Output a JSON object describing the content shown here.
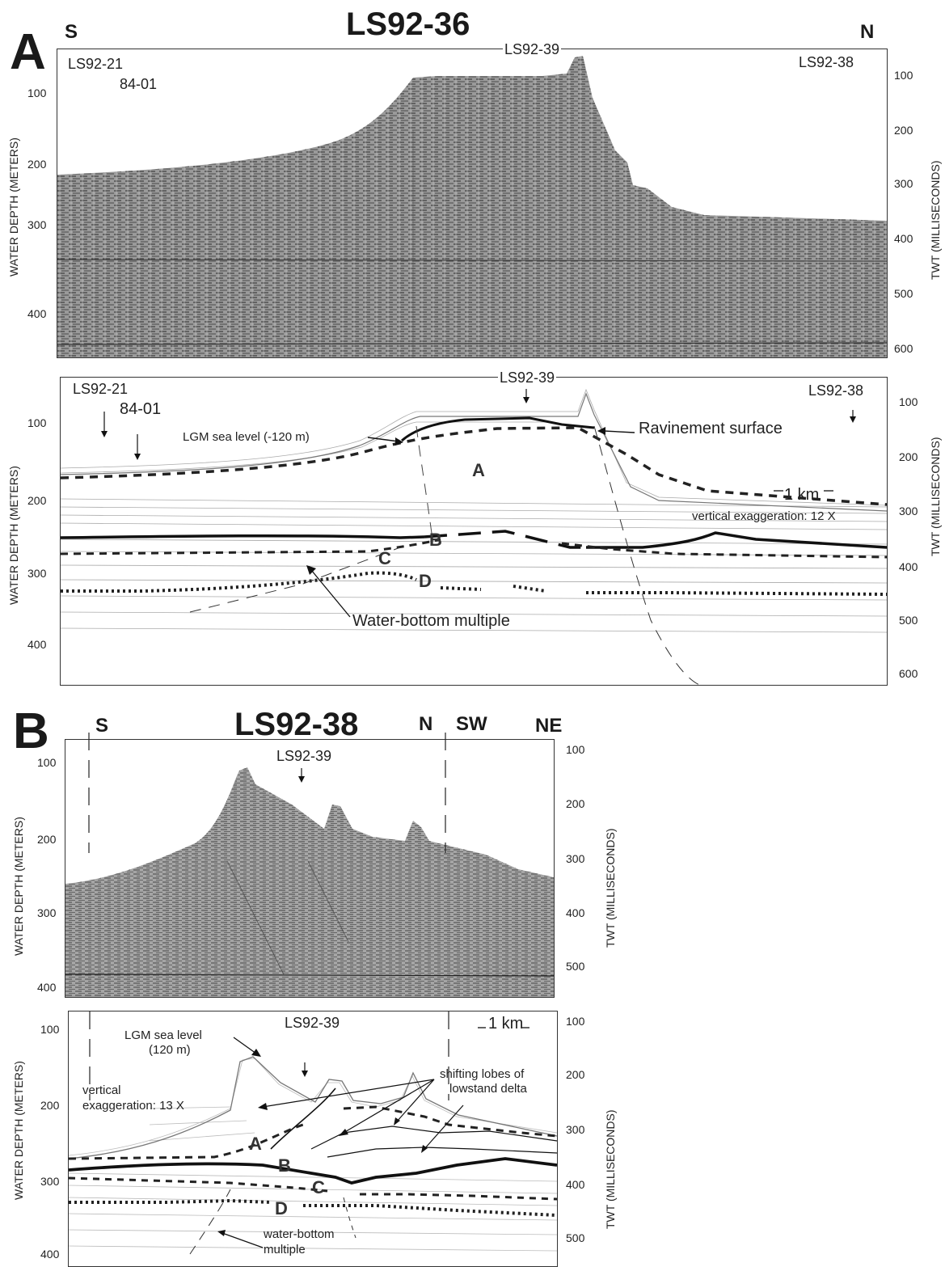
{
  "figure_a": {
    "letter": "A",
    "title": "LS92-36",
    "dir_left": "S",
    "dir_right": "N",
    "top_panel": {
      "marker_left_1": "LS92-21",
      "marker_left_2": "84-01",
      "marker_center": "LS92-39",
      "marker_right": "LS92-38",
      "depth_ticks": [
        "100",
        "200",
        "300",
        "400"
      ],
      "twt_ticks": [
        "100",
        "200",
        "300",
        "400",
        "500",
        "600"
      ]
    },
    "bottom_panel": {
      "marker_left_1": "LS92-21",
      "marker_left_2": "84-01",
      "marker_center": "LS92-39",
      "marker_right": "LS92-38",
      "lgm_label": "LGM sea level (-120 m)",
      "ravinement_label": "Ravinement surface",
      "multiple_label": "Water-bottom multiple",
      "scale_label": "1 km",
      "vert_exag": "vertical exaggeration: 12 X",
      "horizons": [
        "A",
        "B",
        "C",
        "D"
      ],
      "depth_ticks": [
        "100",
        "200",
        "300",
        "400"
      ],
      "twt_ticks": [
        "100",
        "200",
        "300",
        "400",
        "500",
        "600"
      ]
    }
  },
  "figure_b": {
    "letter": "B",
    "title": "LS92-38",
    "dir_1": "S",
    "dir_2": "N",
    "dir_3": "SW",
    "dir_4": "NE",
    "top_panel": {
      "marker_center": "LS92-39",
      "depth_ticks": [
        "100",
        "200",
        "300",
        "400"
      ],
      "twt_ticks": [
        "100",
        "200",
        "300",
        "400",
        "500"
      ]
    },
    "bottom_panel": {
      "marker_center": "LS92-39",
      "lgm_label_1": "LGM sea level",
      "lgm_label_2": "(120 m)",
      "scale_label": "1 km",
      "vert_exag_1": "vertical",
      "vert_exag_2": "exaggeration: 13 X",
      "lobes_1": "shifting lobes of",
      "lobes_2": "lowstand delta",
      "multiple_1": "water-bottom",
      "multiple_2": "multiple",
      "horizons": [
        "A",
        "B",
        "C",
        "D"
      ],
      "depth_ticks": [
        "100",
        "200",
        "300",
        "400"
      ],
      "twt_ticks": [
        "100",
        "200",
        "300",
        "400",
        "500"
      ]
    }
  },
  "axis_titles": {
    "depth": "WATER DEPTH (METERS)",
    "twt": "TWT (MILLISECONDS)"
  }
}
